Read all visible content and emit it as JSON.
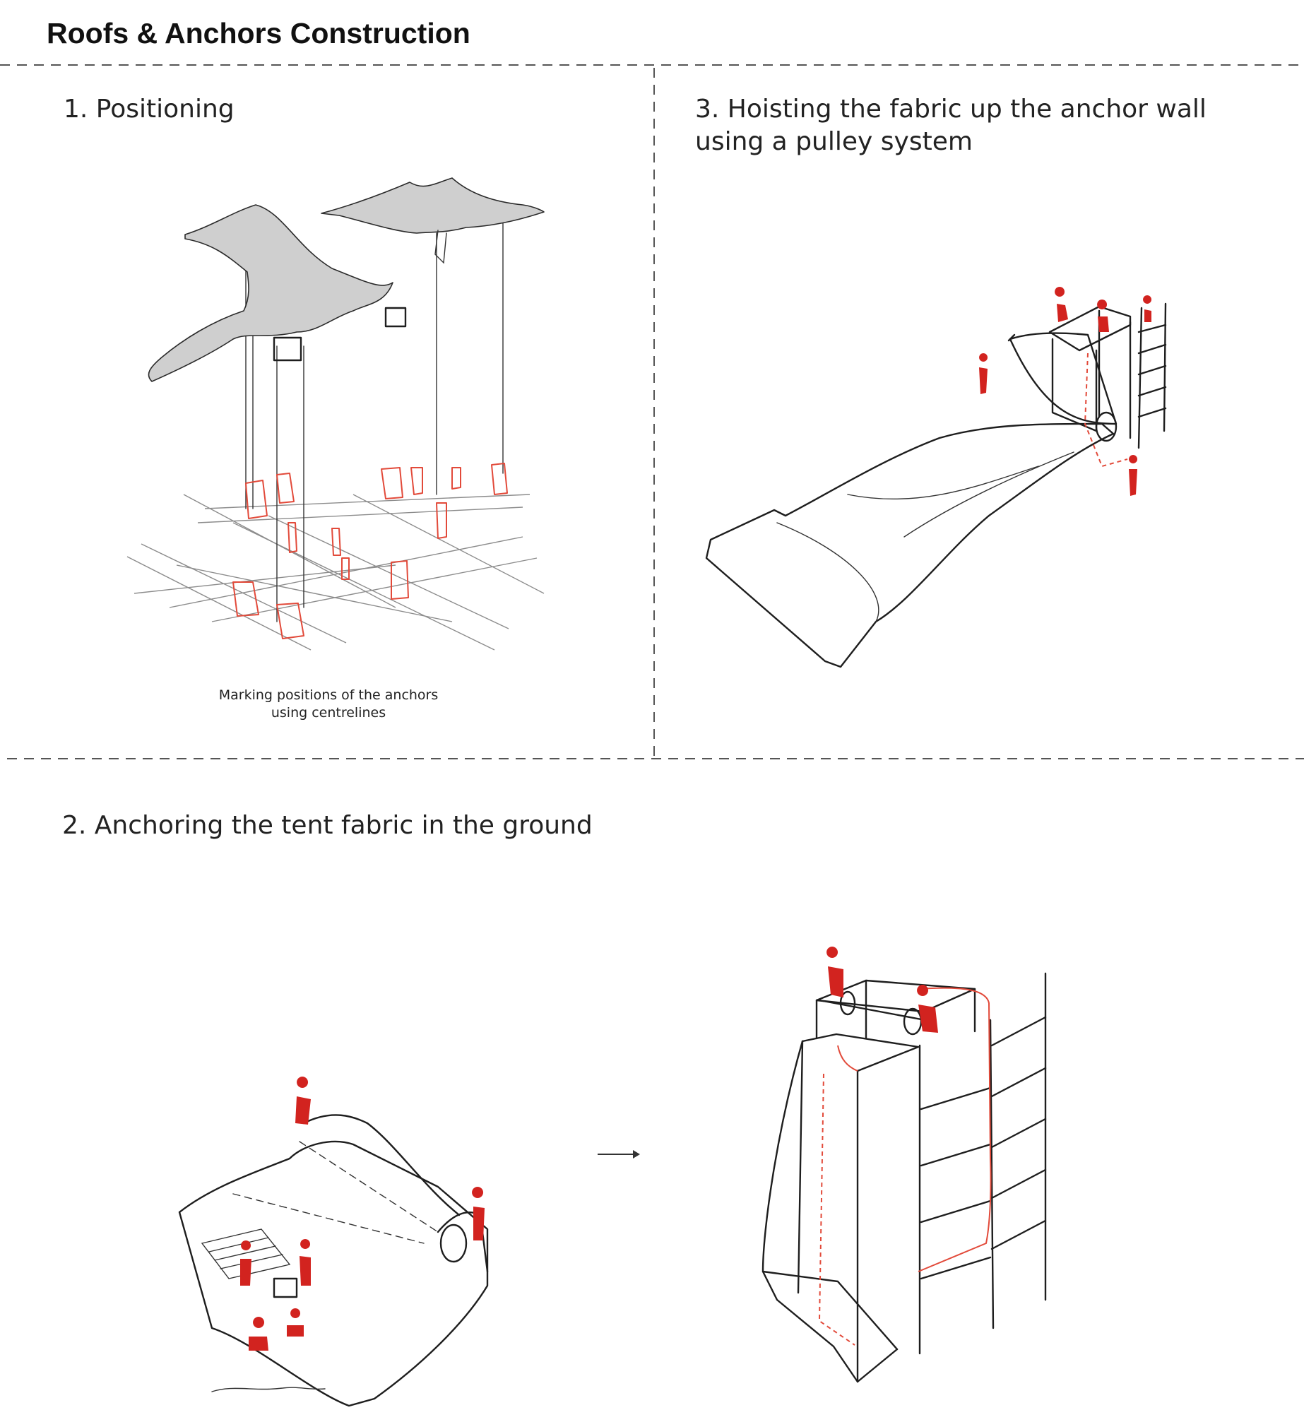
{
  "page": {
    "title": "Roofs & Anchors Construction"
  },
  "steps": [
    {
      "title": "1. Positioning",
      "caption_lines": [
        "Marking positions of the anchors",
        "using centrelines"
      ]
    },
    {
      "title": "2. Anchoring the tent fabric in the ground"
    },
    {
      "title": "3. Hoisting the fabric up the anchor wall using a pulley system"
    }
  ],
  "colors": {
    "accent_red": "#d2231f",
    "ink": "#1e1e1e",
    "divider": "#555555"
  },
  "icons": {
    "sequence_arrow": "right-arrow-icon",
    "worker_figure": "worker-figure-icon"
  }
}
